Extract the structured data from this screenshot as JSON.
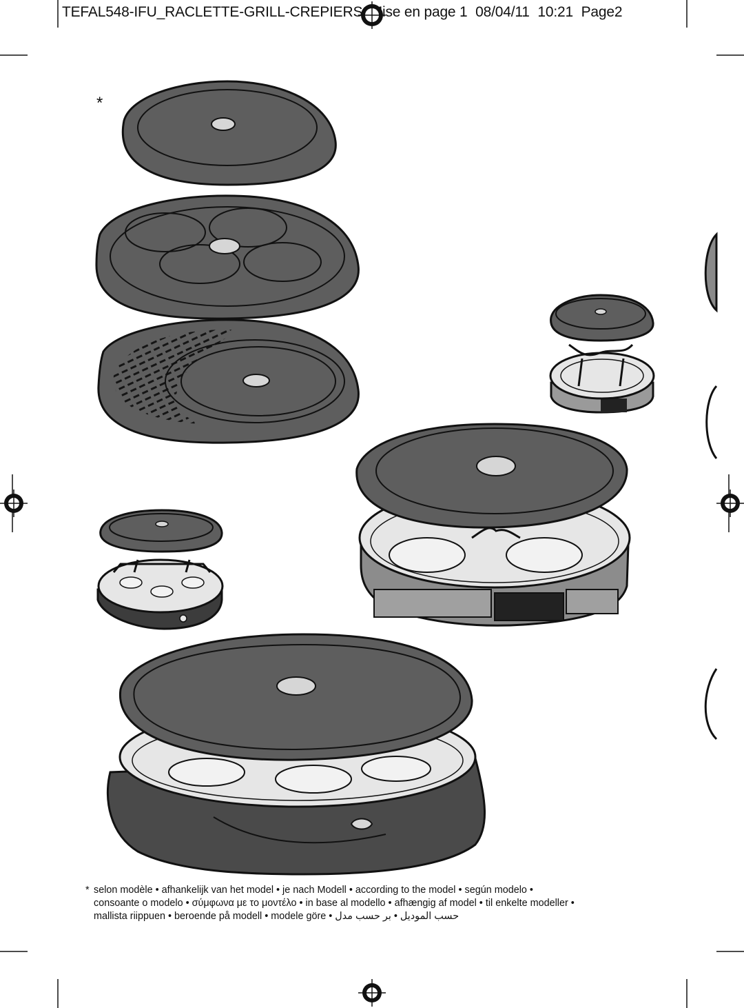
{
  "header": {
    "title": "TEFAL548-IFU_RACLETTE-GRILL-CREPIERS_Mise en page 1",
    "date": "08/04/11",
    "time": "10:21",
    "page": "Page2"
  },
  "asterisk": "*",
  "footnote": {
    "marker": "*",
    "line1": "selon modèle • afhankelijk van het model • je nach Modell • according to the model • según modelo •",
    "line2": "consoante o modelo • σύμφωνα με το μοντέλο • in base al modello • afhængig af model • til enkelte modeller •",
    "line3": "mallista riippuen • beroende på modell • modele göre • حسب الموديل • بر حسب مدل"
  },
  "colors": {
    "plate_dark": "#5e5e5e",
    "plate_light": "#e6e6e6",
    "outline": "#111111",
    "base_dark": "#3c3c3c"
  },
  "icons": {
    "registration": "registration-mark-icon"
  }
}
